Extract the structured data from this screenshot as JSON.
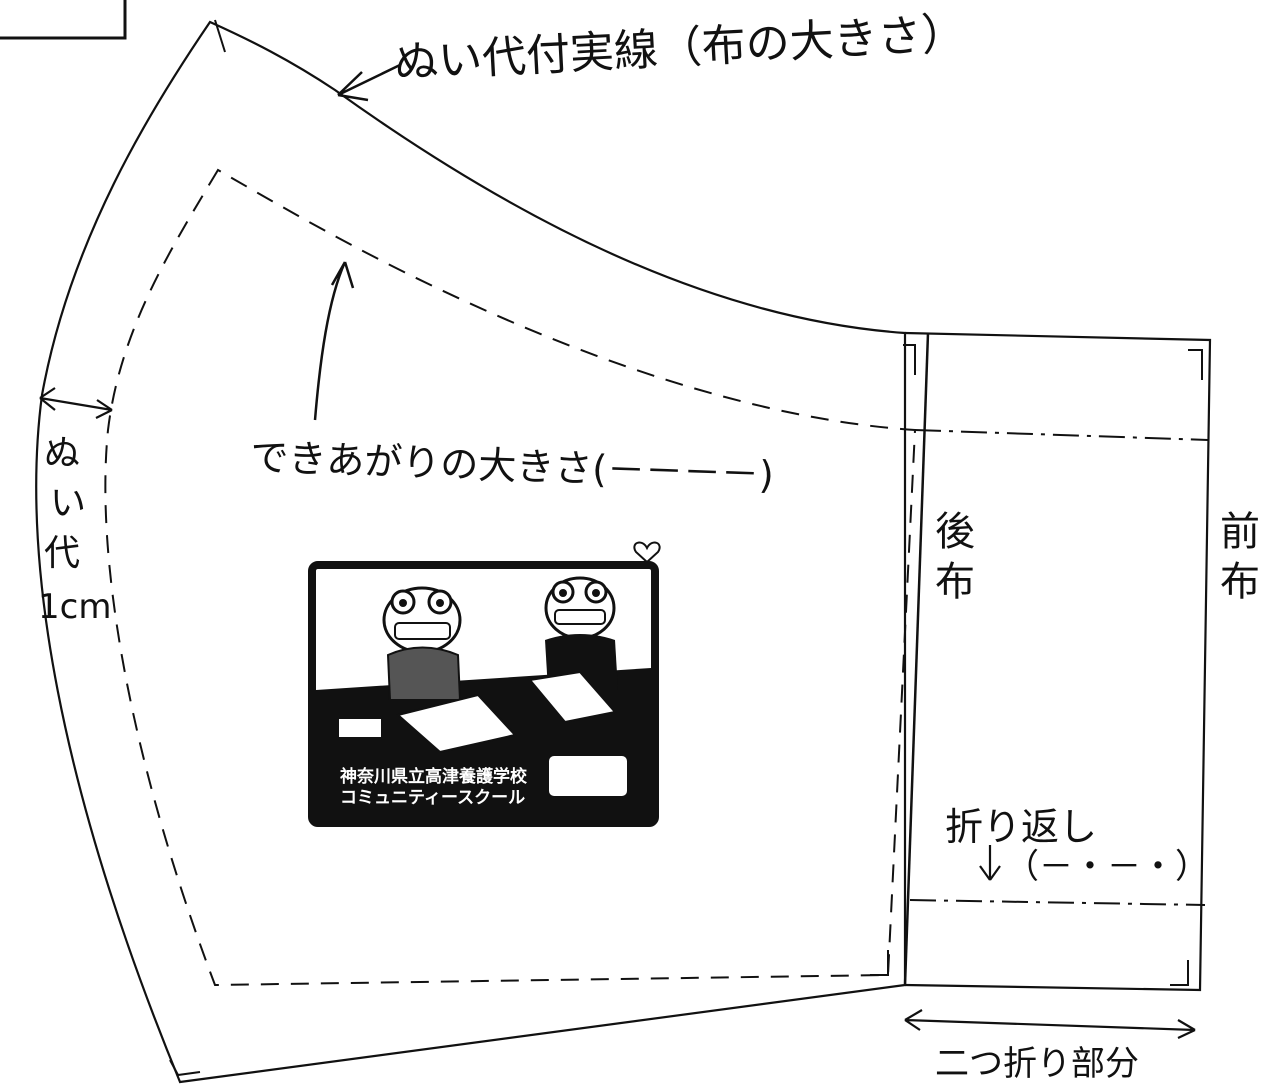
{
  "labels": {
    "seam_solid_line": "ぬい代付実線（布の大きさ）",
    "finished_size": "できあがりの大きさ(－－－－)",
    "seam_allowance_chars": [
      "ぬ",
      "い",
      "代",
      "1cm"
    ],
    "back_cloth_chars": [
      "後",
      "布"
    ],
    "front_cloth_chars": [
      "前",
      "布"
    ],
    "fold_back": "折り返し",
    "fold_back_legend": "（－・－・）",
    "double_fold_section": "二つ折り部分"
  },
  "illustration": {
    "caption_line1": "神奈川県立高津養護学校",
    "caption_line2": "コミュニティースクール"
  },
  "colors": {
    "ink": "#111111",
    "paper": "#ffffff"
  }
}
